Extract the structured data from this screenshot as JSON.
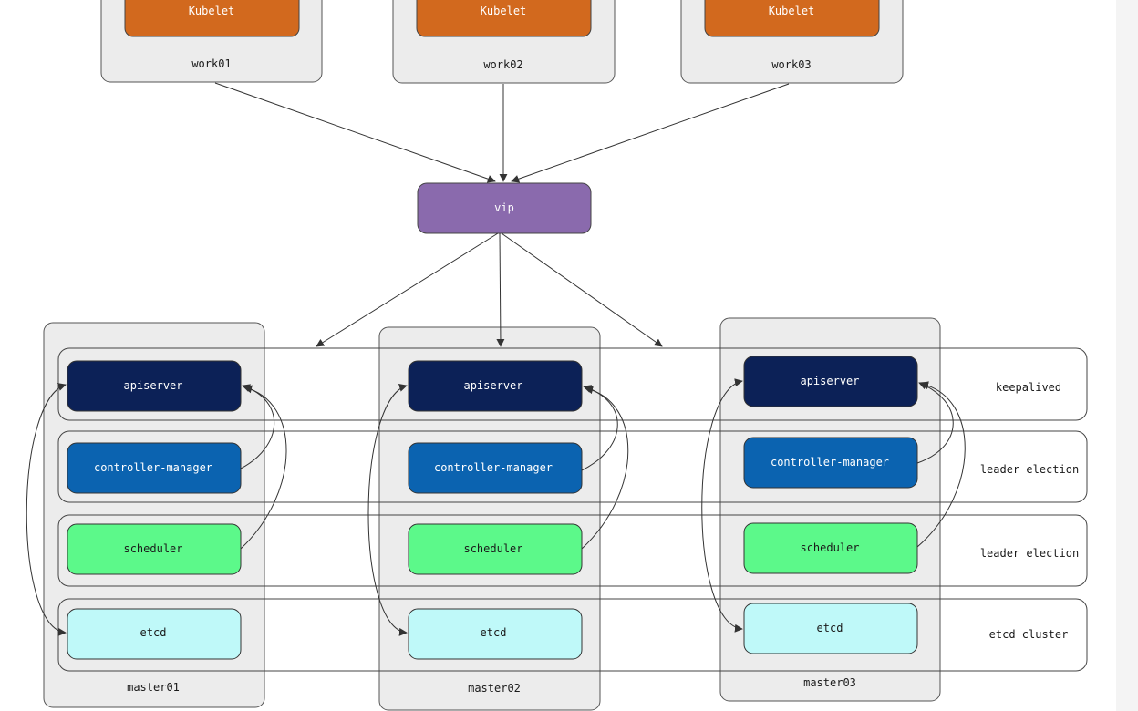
{
  "workers": [
    {
      "name": "work01",
      "component": "Kubelet"
    },
    {
      "name": "work02",
      "component": "Kubelet"
    },
    {
      "name": "work03",
      "component": "Kubelet"
    }
  ],
  "vip": {
    "label": "vip"
  },
  "masters": [
    {
      "name": "master01",
      "components": [
        "apiserver",
        "controller-manager",
        "scheduler",
        "etcd"
      ]
    },
    {
      "name": "master02",
      "components": [
        "apiserver",
        "controller-manager",
        "scheduler",
        "etcd"
      ]
    },
    {
      "name": "master03",
      "components": [
        "apiserver",
        "controller-manager",
        "scheduler",
        "etcd"
      ]
    }
  ],
  "layers": [
    {
      "label": "keepalived"
    },
    {
      "label": "leader election"
    },
    {
      "label": "leader election"
    },
    {
      "label": "etcd cluster"
    }
  ],
  "colors": {
    "kubelet": "#d2691e",
    "vip": "#8a6aad",
    "apiserver": "#0c2157",
    "controller_manager": "#0b63b0",
    "scheduler": "#5cf98a",
    "etcd": "#bff9f9",
    "node_bg": "#ececec",
    "node_border": "#555555"
  }
}
